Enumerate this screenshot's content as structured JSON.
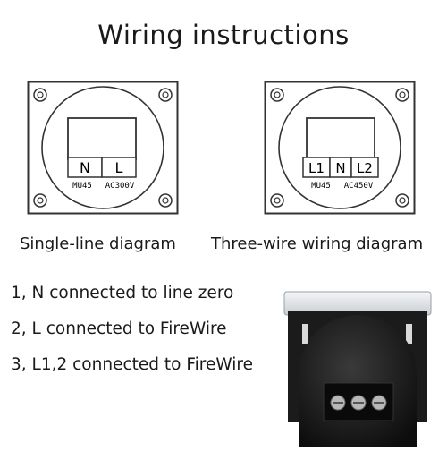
{
  "title": "Wiring instructions",
  "left_meter": {
    "terminals": [
      "N",
      "L"
    ],
    "model": "MU45",
    "rating": "AC300V",
    "caption": "Single-line diagram"
  },
  "right_meter": {
    "terminals": [
      "L1",
      "N",
      "L2"
    ],
    "model": "MU45",
    "rating": "AC450V",
    "caption": "Three-wire wiring diagram"
  },
  "notes": [
    "1, N connected to line zero",
    "2, L connected to FireWire",
    "3, L1,2 connected to FireWire"
  ]
}
